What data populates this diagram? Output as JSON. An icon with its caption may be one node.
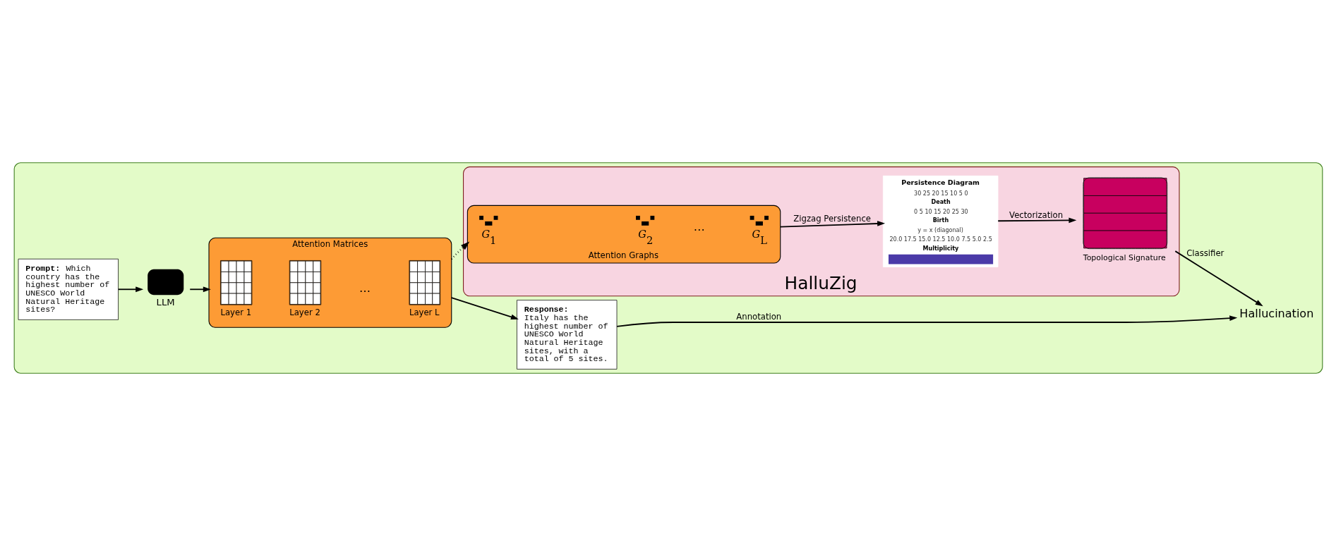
{
  "diagram": {
    "nodes": [
      {
        "text": [],
        "shape": "box"
      },
      {
        "text": [
          "**Prompt:** Which country has the highest number of UNESCO World Natural Heritage sites?"
        ],
        "in": 0
      },
      {
        "text": [
          "LLM"
        ],
        "in": 0
      },
      {
        "text": [
          "Attention Matrices"
        ],
        "in": 0
      },
      {
        "text": [
          "Layer 1"
        ],
        "in": 3
      },
      {
        "text": [
          "Layer 2"
        ],
        "in": 3
      },
      {
        "text": [
          "Layer L"
        ],
        "in": 3
      },
      {
        "text": [
          "**Response:** Italy has the highest number of UNESCO World Natural Heritage sites, with a total of 5 sites."
        ],
        "in": 0
      },
      {
        "text": [
          "Hallucination"
        ],
        "in": 0
      },
      {
        "text": [
          "HalluZig"
        ],
        "in": 0
      },
      {
        "text": [
          "Attention Graphs"
        ],
        "in": 9
      },
      {
        "text": [
          "*G*$_{1}$"
        ],
        "in": 10
      },
      {
        "text": [
          "*G*$_{2}$"
        ],
        "in": 10
      },
      {
        "text": [
          "*G*$_{L}$"
        ],
        "in": 10
      },
      {
        "text": [
          "Persistence Diagram",
          "30 25 20 15 10 5 0",
          "Death",
          "0 5 10 15 20 25 30",
          "Birth",
          "y = x (diagonal)",
          "20.0 17.5 15.0 12.5 10.0 7.5 5.0 2.5",
          "Multiplicity"
        ],
        "in": 9
      },
      {
        "text": [
          "Topological Signature"
        ],
        "in": 9
      }
    ],
    "edges": [
      {
        "from": 1,
        "to": 2,
        "arrow": "to"
      },
      {
        "from": 2,
        "to": 3,
        "arrow": "to"
      },
      {
        "from": 3,
        "to": 7,
        "arrow": "to"
      },
      {
        "from": 7,
        "to": 8,
        "arrow": "to",
        "label": "Annotation"
      },
      {
        "from": 3,
        "to": 10,
        "arrow": "to",
        "style": "dashed"
      },
      {
        "from": 10,
        "to": 14,
        "arrow": "to",
        "label": "Zigzag Persistence"
      },
      {
        "from": 14,
        "to": 15,
        "arrow": "to",
        "label": "Vectorization"
      },
      {
        "from": 15,
        "to": 8,
        "arrow": "to",
        "label": "Classifier"
      }
    ],
    "labels": [
      "…",
      "…"
    ]
  }
}
